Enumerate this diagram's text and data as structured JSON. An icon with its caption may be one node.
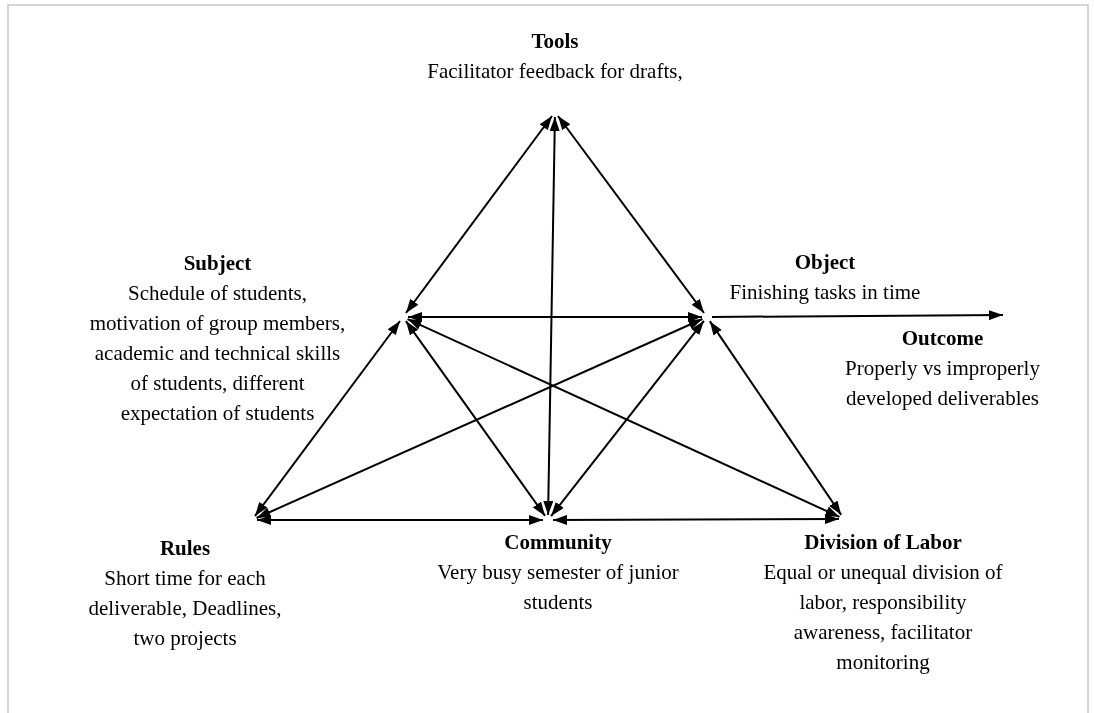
{
  "diagram": {
    "nodes": [
      {
        "text": [
          "Tools",
          "Facilitator feedback for drafts,"
        ]
      },
      {
        "text": [
          "Subject",
          "Schedule of students, motivation of group members, academic and technical skills of students, different expectation of students"
        ]
      },
      {
        "text": [
          "Object",
          "Finishing tasks in time"
        ]
      },
      {
        "text": [
          "Outcome",
          "Properly vs improperly developed deliverables"
        ]
      },
      {
        "text": [
          "Rules",
          "Short time for each deliverable, Deadlines, two projects"
        ]
      },
      {
        "text": [
          "Community",
          "Very busy semester of junior students"
        ]
      },
      {
        "text": [
          "Division of Labor",
          "Equal or unequal division of labor, responsibility awareness, facilitator monitoring"
        ]
      }
    ],
    "edges": [
      {
        "from": 0,
        "to": 1,
        "arrow": "both"
      },
      {
        "from": 0,
        "to": 2,
        "arrow": "both"
      },
      {
        "from": 0,
        "to": 5,
        "arrow": "both"
      },
      {
        "from": 1,
        "to": 2,
        "arrow": "both"
      },
      {
        "from": 1,
        "to": 4,
        "arrow": "both"
      },
      {
        "from": 1,
        "to": 5,
        "arrow": "both"
      },
      {
        "from": 1,
        "to": 6,
        "arrow": "both"
      },
      {
        "from": 2,
        "to": 4,
        "arrow": "both"
      },
      {
        "from": 2,
        "to": 5,
        "arrow": "both"
      },
      {
        "from": 2,
        "to": 6,
        "arrow": "both"
      },
      {
        "from": 4,
        "to": 5,
        "arrow": "both"
      },
      {
        "from": 5,
        "to": 6,
        "arrow": "both"
      },
      {
        "from": 2,
        "to": 3,
        "arrow": "to"
      }
    ]
  }
}
